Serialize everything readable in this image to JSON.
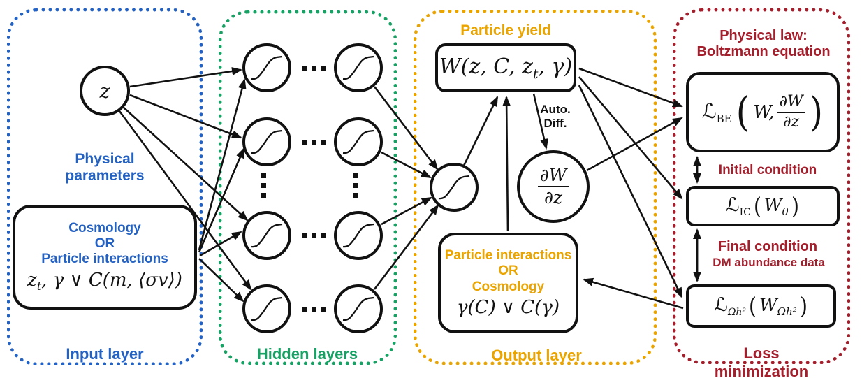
{
  "colors": {
    "input_blue": "#2361c2",
    "hidden_green": "#18a164",
    "output_orange": "#eaa400",
    "loss_red": "#a51e2c",
    "edge_black": "#111111"
  },
  "input": {
    "region_label": "Input layer",
    "params_caption_line1": "Physical",
    "params_caption_line2": "parameters",
    "z_node": "z",
    "box": {
      "line1": "Cosmology",
      "line2": "OR",
      "line3": "Particle interactions",
      "formula": {
        "base": "z",
        "sub": "t",
        "rest": ", γ ∨ C(m, ⟨σv⟩)"
      }
    }
  },
  "hidden": {
    "region_label": "Hidden layers"
  },
  "output": {
    "region_label": "Output layer",
    "yield_caption": "Particle yield",
    "w_box": {
      "pre": "W(z, C, z",
      "sub": "t",
      "post": ", γ)"
    },
    "autodiff_line1": "Auto.",
    "autodiff_line2": "Diff.",
    "derivative": {
      "num": "∂W",
      "den": "∂z"
    },
    "box": {
      "line1": "Particle interactions",
      "line2": "OR",
      "line3": "Cosmology",
      "formula": "γ(C) ∨ C(γ)"
    }
  },
  "loss": {
    "region_label": "Loss minimization",
    "heading1": "Physical law:",
    "heading2": "Boltzmann equation",
    "be": {
      "script": "ℒ",
      "sub": "BE",
      "open": "(",
      "arg": "W,",
      "num": "∂W",
      "den": "∂z",
      "close": ")"
    },
    "initial_caption": "Initial condition",
    "ic": {
      "script": "ℒ",
      "sub": "IC",
      "open": "(",
      "arg": "W",
      "argsub": "0",
      "close": ")"
    },
    "final_caption": "Final condition",
    "dm_caption": "DM abundance data",
    "oh": {
      "script": "ℒ",
      "sub": "Ωh²",
      "open": "(",
      "arg": "W",
      "argsub": "Ωh²",
      "close": ")"
    }
  }
}
